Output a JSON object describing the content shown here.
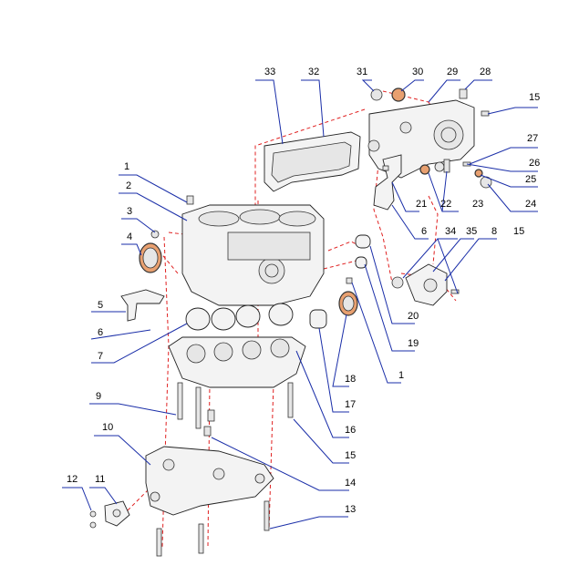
{
  "labels": [
    {
      "id": "c1",
      "text": "1"
    },
    {
      "id": "c2",
      "text": "2"
    },
    {
      "id": "c3",
      "text": "3"
    },
    {
      "id": "c4",
      "text": "4"
    },
    {
      "id": "c5",
      "text": "5"
    },
    {
      "id": "c6a",
      "text": "6"
    },
    {
      "id": "c7",
      "text": "7"
    },
    {
      "id": "c9",
      "text": "9"
    },
    {
      "id": "c10",
      "text": "10"
    },
    {
      "id": "c11",
      "text": "11"
    },
    {
      "id": "c12",
      "text": "12"
    },
    {
      "id": "c13",
      "text": "13"
    },
    {
      "id": "c14",
      "text": "14"
    },
    {
      "id": "c15a",
      "text": "15"
    },
    {
      "id": "c16",
      "text": "16"
    },
    {
      "id": "c17",
      "text": "17"
    },
    {
      "id": "c18",
      "text": "18"
    },
    {
      "id": "c1b",
      "text": "1"
    },
    {
      "id": "c19",
      "text": "19"
    },
    {
      "id": "c20",
      "text": "20"
    },
    {
      "id": "c15b",
      "text": "15"
    },
    {
      "id": "c8",
      "text": "8"
    },
    {
      "id": "c35",
      "text": "35"
    },
    {
      "id": "c34",
      "text": "34"
    },
    {
      "id": "c6b",
      "text": "6"
    },
    {
      "id": "c21",
      "text": "21"
    },
    {
      "id": "c22",
      "text": "22"
    },
    {
      "id": "c23",
      "text": "23"
    },
    {
      "id": "c24",
      "text": "24"
    },
    {
      "id": "c25",
      "text": "25"
    },
    {
      "id": "c26",
      "text": "26"
    },
    {
      "id": "c27",
      "text": "27"
    },
    {
      "id": "c15c",
      "text": "15"
    },
    {
      "id": "c28",
      "text": "28"
    },
    {
      "id": "c29",
      "text": "29"
    },
    {
      "id": "c30",
      "text": "30"
    },
    {
      "id": "c31",
      "text": "31"
    },
    {
      "id": "c32",
      "text": "32"
    },
    {
      "id": "c33",
      "text": "33"
    }
  ],
  "colors": {
    "leader": "#1a2ea8",
    "assembly_line": "#e02020",
    "part_outline": "#222222"
  }
}
